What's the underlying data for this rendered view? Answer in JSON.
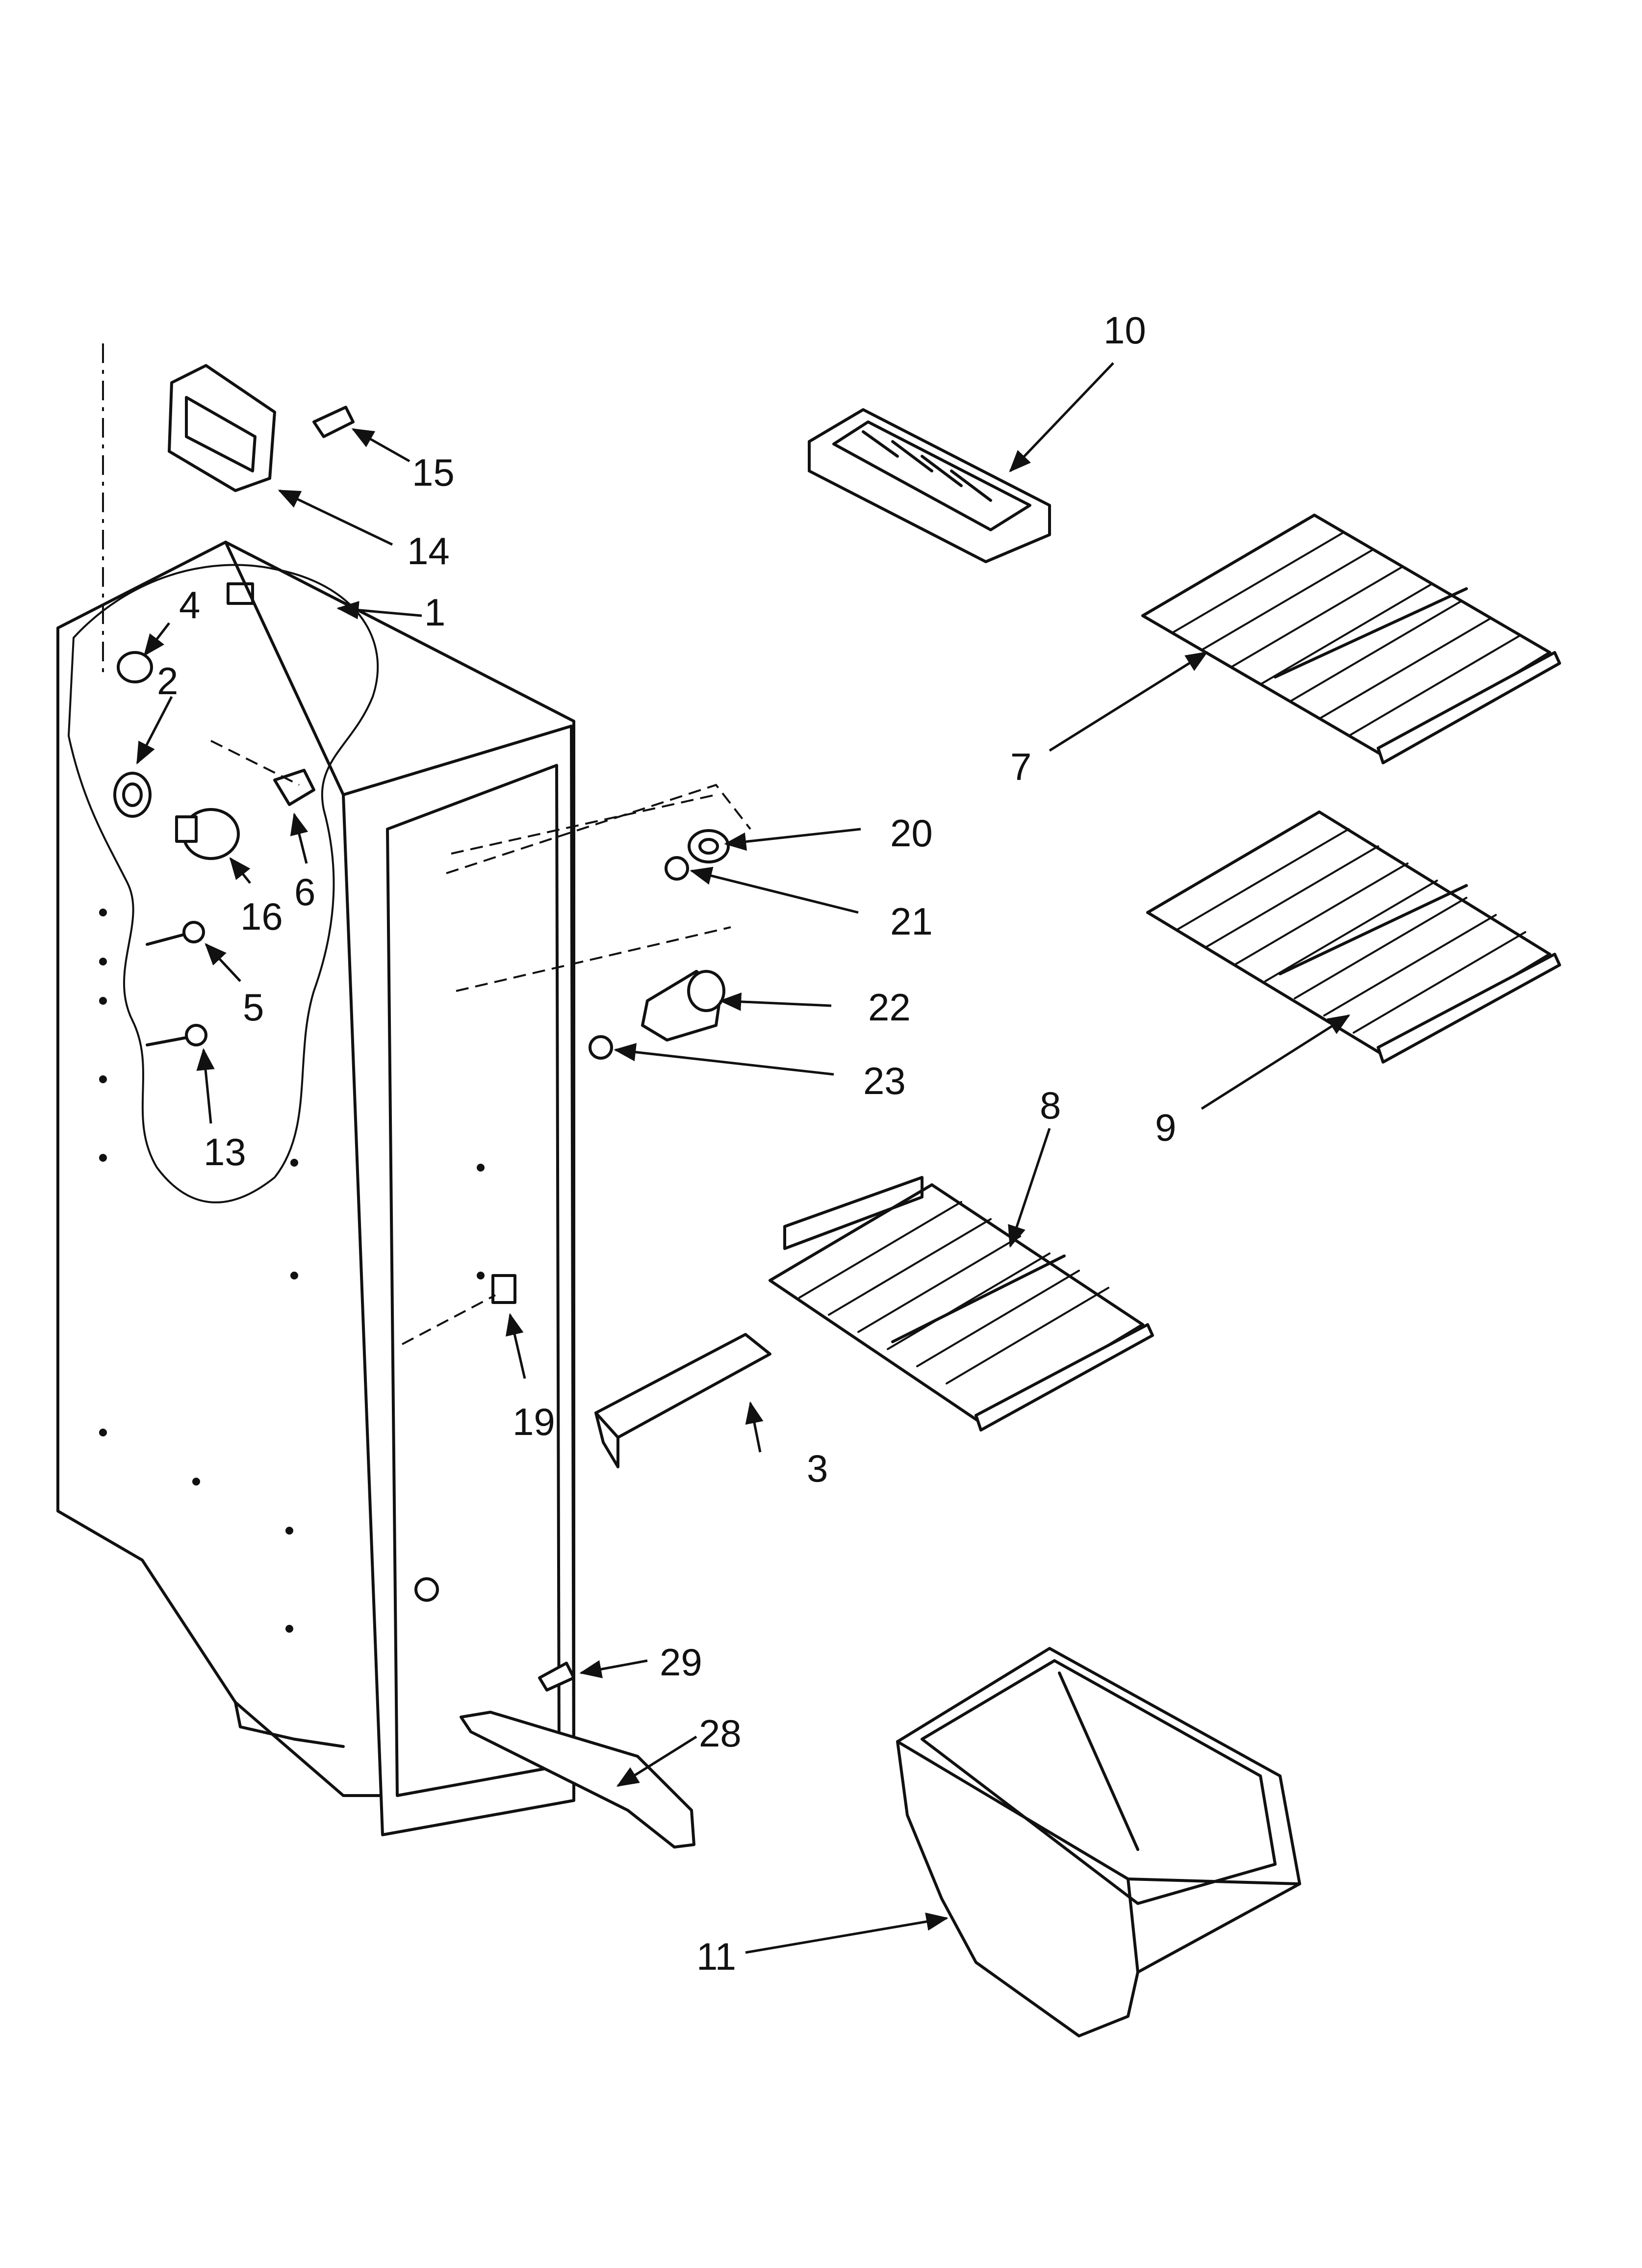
{
  "diagram": {
    "callouts": {
      "c1": "1",
      "c2": "2",
      "c3": "3",
      "c4": "4",
      "c5": "5",
      "c6": "6",
      "c7": "7",
      "c8": "8",
      "c9": "9",
      "c10": "10",
      "c11": "11",
      "c13": "13",
      "c14": "14",
      "c15": "15",
      "c16": "16",
      "c19": "19",
      "c20": "20",
      "c21": "21",
      "c22": "22",
      "c23": "23",
      "c28": "28",
      "c29": "29"
    }
  }
}
